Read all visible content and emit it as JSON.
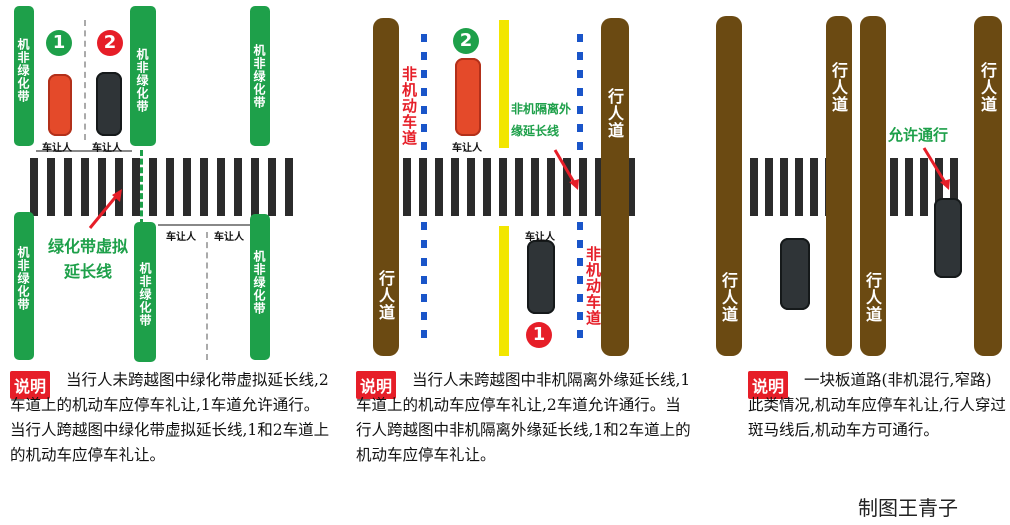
{
  "panel1": {
    "green_belt_label": "机非绿化带",
    "circle1": "1",
    "circle2": "2",
    "yield_label": "车让人",
    "annotation": "绿化带虚拟延长线"
  },
  "panel2": {
    "circle1": "1",
    "circle2": "2",
    "nonmotor_lane": "非机动车道",
    "sidewalk": "行人道",
    "annotation": "非机隔离外缘延长线",
    "yield_label": "车让人"
  },
  "panel3": {
    "sidewalk": "行人道",
    "annotation": "允许通行"
  },
  "notes": {
    "badge": "说明",
    "note1": "当行人未跨越图中绿化带虚拟延长线,2车道上的机动车应停车礼让,1车道允许通行。当行人跨越图中绿化带虚拟延长线,1和2车道上的机动车应停车礼让。",
    "note2": "当行人未跨越图中非机隔离外缘延长线,1车道上的机动车应停车礼让,2车道允许通行。当行人跨越图中非机隔离外缘延长线,1和2车道上的机动车应停车礼让。",
    "note3": "一块板道路(非机混行,窄路)此类情况,机动车应停车礼让,行人穿过斑马线后,机动车方可通行。"
  },
  "credit": "制图王青子",
  "colors": {
    "green": "#1ea04a",
    "brown": "#6b4a12",
    "red": "#e61e28",
    "yellow": "#f2e600",
    "blue": "#1a55c9"
  }
}
